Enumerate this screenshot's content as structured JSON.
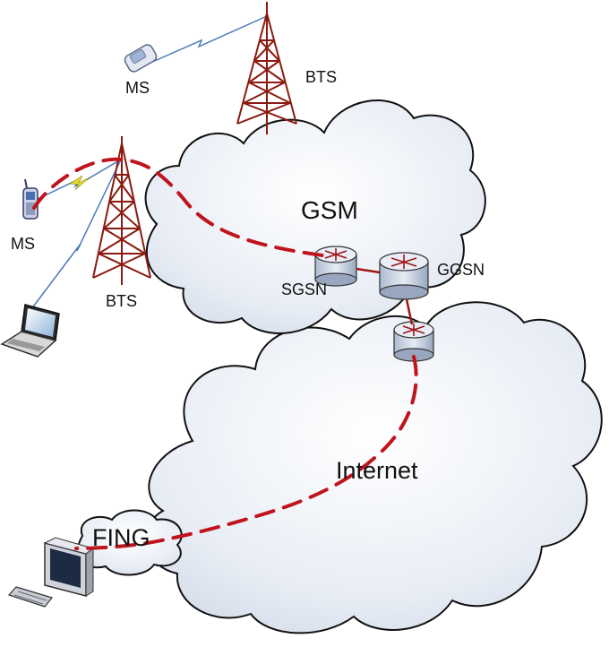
{
  "labels": {
    "ms_top": "MS",
    "bts_top": "BTS",
    "gsm": "GSM",
    "ms_left": "MS",
    "bts_left": "BTS",
    "sgsn": "SGSN",
    "ggsn": "GGSN",
    "internet": "Internet",
    "fing": "FING"
  },
  "icons": [
    "flip-phone-icon",
    "cell-tower-icon",
    "cloud-icon",
    "mobile-phone-icon",
    "laptop-icon",
    "router-icon",
    "desktop-computer-icon",
    "keyboard-icon",
    "wireless-link-icon"
  ],
  "colors": {
    "path": "#c0141c",
    "tower": "#8b1a10",
    "cloud_fill": "#eef2f8",
    "cloud_stroke": "#111111",
    "router": "#cfd8e6",
    "link": "#4a7ab8"
  }
}
